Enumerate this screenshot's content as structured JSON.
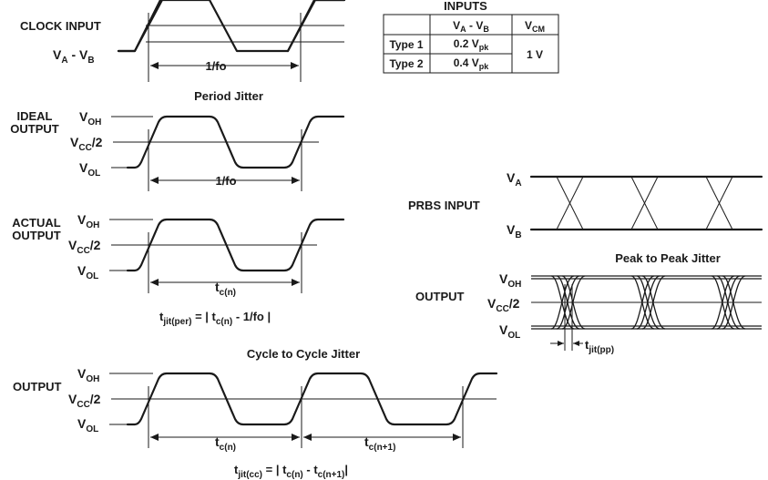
{
  "clock": {
    "title": "CLOCK INPUT",
    "diff": "V",
    "diff_a": "A",
    "diff_sep": " - V",
    "diff_b": "B",
    "period": "1/fo"
  },
  "inputs_table": {
    "title": "INPUTS",
    "col1_main": "V",
    "col1_a": "A",
    "col1_sep": " - V",
    "col1_b": "B",
    "col2_main": "V",
    "col2_sub": "CM",
    "rows": [
      {
        "label": "Type 1",
        "value": "0.2 V",
        "value_sub": "pk"
      },
      {
        "label": "Type 2",
        "value": "0.4 V",
        "value_sub": "pk"
      }
    ],
    "vcm_value": "1 V"
  },
  "period_jitter": {
    "title": "Period Jitter",
    "ideal_line1": "IDEAL",
    "ideal_line2": "OUTPUT",
    "ideal_period": "1/fo",
    "actual_line1": "ACTUAL",
    "actual_line2": "OUTPUT",
    "tc_main": "t",
    "tc_sub": "c(n)",
    "formula_t": "t",
    "formula_sub": "jit(per)",
    "formula_mid": " = | t",
    "formula_sub2": "c(n)",
    "formula_end": " - 1/fo |"
  },
  "levels": {
    "voh": "V",
    "voh_sub": "OH",
    "vcc": "V",
    "vcc_sub": "CC",
    "vcc_tail": "/2",
    "vol": "V",
    "vol_sub": "OL"
  },
  "cycle_jitter": {
    "title": "Cycle to Cycle Jitter",
    "output": "OUTPUT",
    "tc1_main": "t",
    "tc1_sub": "c(n)",
    "tc2_main": "t",
    "tc2_sub": "c(n+1)",
    "formula_t": "t",
    "formula_sub": "jit(cc)",
    "formula_mid": " = | t",
    "formula_sub2": "c(n)",
    "formula_mid2": " - t",
    "formula_sub3": "c(n+1)",
    "formula_end": "|"
  },
  "prbs": {
    "title": "PRBS INPUT",
    "va": "V",
    "va_sub": "A",
    "vb": "V",
    "vb_sub": "B",
    "pp_title": "Peak to Peak Jitter",
    "output": "OUTPUT",
    "pp_t": "t",
    "pp_sub": "jit(pp)"
  }
}
